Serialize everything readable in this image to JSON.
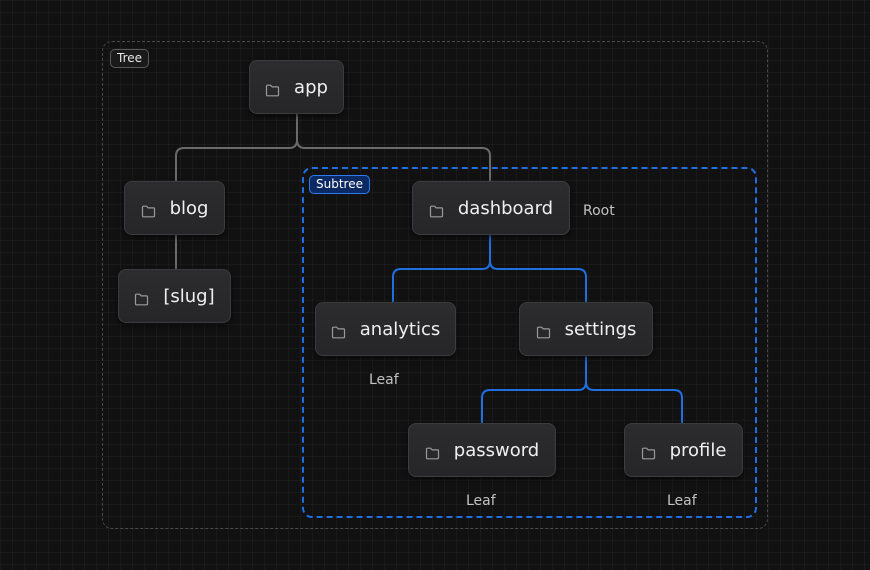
{
  "regions": {
    "tree": "Tree",
    "subtree": "Subtree"
  },
  "nodes": {
    "app": "app",
    "blog": "blog",
    "slug": "[slug]",
    "dashboard": "dashboard",
    "analytics": "analytics",
    "settings": "settings",
    "password": "password",
    "profile": "profile"
  },
  "annotations": {
    "root": "Root",
    "analytics_leaf": "Leaf",
    "password_leaf": "Leaf",
    "profile_leaf": "Leaf"
  },
  "colors": {
    "tree_line": "#6a6a6a",
    "subtree_line": "#1f6fe0",
    "background": "#111111"
  },
  "icons": {
    "node_icon": "folder-icon"
  }
}
